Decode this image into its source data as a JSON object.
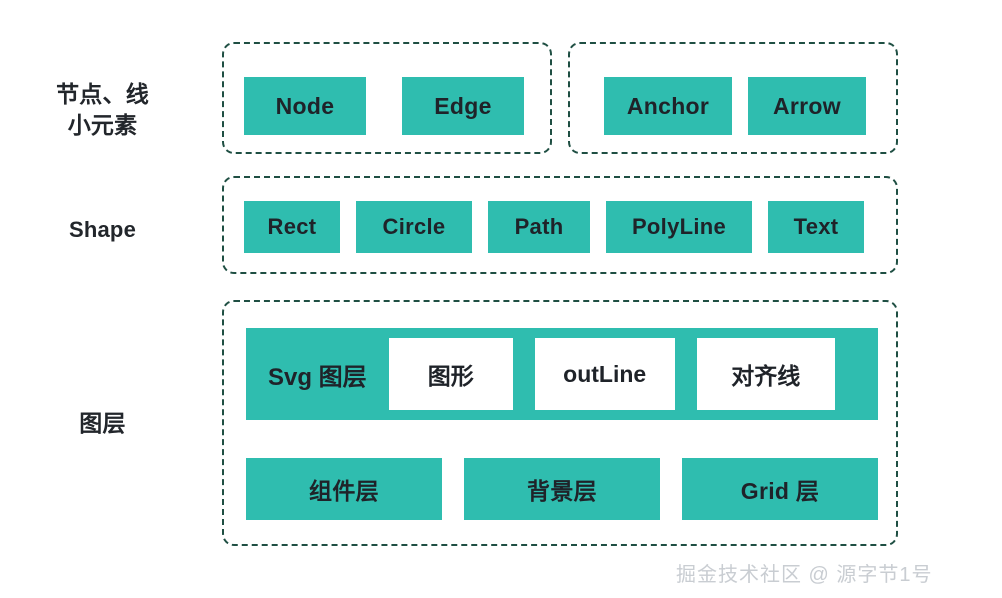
{
  "diagram": {
    "title_watermark": "掘金技术社区 @ 源字节1号",
    "accent_color": "#2fbdaf",
    "dashed_border_color": "#1f4f43",
    "text_color": "#1f2329",
    "rows": [
      {
        "id": "elements",
        "label_lines": [
          "节点、线",
          "小元素"
        ],
        "groups": [
          {
            "id": "node-edge",
            "items": [
              "Node",
              "Edge"
            ]
          },
          {
            "id": "anchor-arrow",
            "items": [
              "Anchor",
              "Arrow"
            ]
          }
        ]
      },
      {
        "id": "shape",
        "label_lines": [
          "Shape"
        ],
        "groups": [
          {
            "id": "shapes",
            "items": [
              "Rect",
              "Circle",
              "Path",
              "PolyLine",
              "Text"
            ]
          }
        ]
      },
      {
        "id": "layer",
        "label_lines": [
          "图层"
        ],
        "svg_layer": {
          "title": "Svg 图层",
          "sub_items": [
            "图形",
            "outLine",
            "对齐线"
          ]
        },
        "bottom_items": [
          "组件层",
          "背景层",
          "Grid 层"
        ]
      }
    ]
  }
}
